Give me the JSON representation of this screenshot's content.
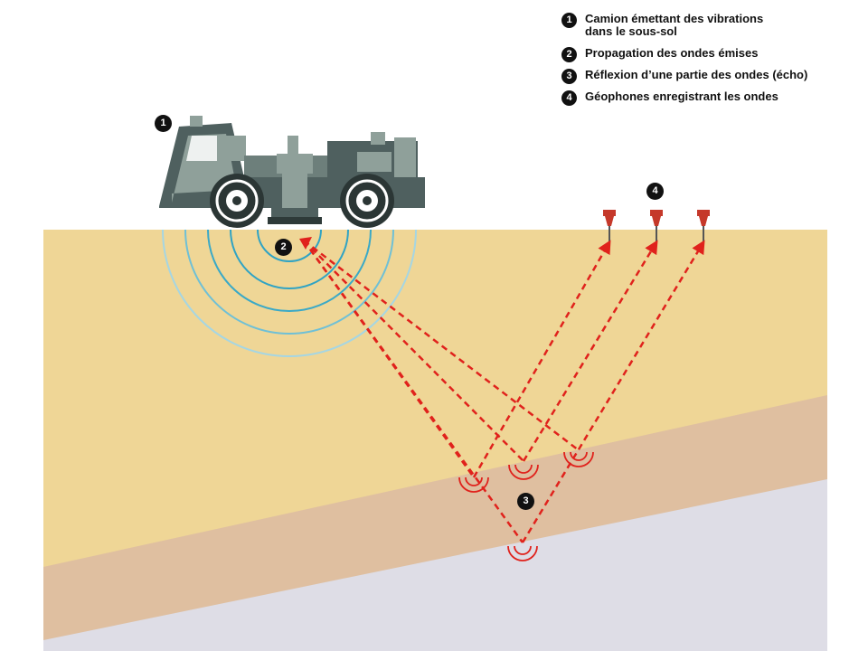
{
  "legend": {
    "items": [
      {
        "num": "1",
        "text": "Camion émettant des vibrations\n dans le sous-sol"
      },
      {
        "num": "2",
        "text": "Propagation des ondes émises"
      },
      {
        "num": "3",
        "text": "Réflexion d’une partie des ondes (écho)"
      },
      {
        "num": "4",
        "text": "Géophones enregistrant les ondes"
      }
    ]
  },
  "markers": {
    "truck": "1",
    "emission": "2",
    "reflection": "3",
    "geophones": "4"
  },
  "colors": {
    "sand": "#efd696",
    "clay": "#dfbfa0",
    "rock": "#dedde6",
    "wave_ring": "#2fa3c4",
    "ray": "#e0221c",
    "truck_dark": "#4f605f",
    "truck_light": "#8fa09a",
    "geophone": "#c5382a"
  },
  "icons": [
    "vibroseis-truck-icon",
    "geophone-icon",
    "echo-arc-icon"
  ]
}
